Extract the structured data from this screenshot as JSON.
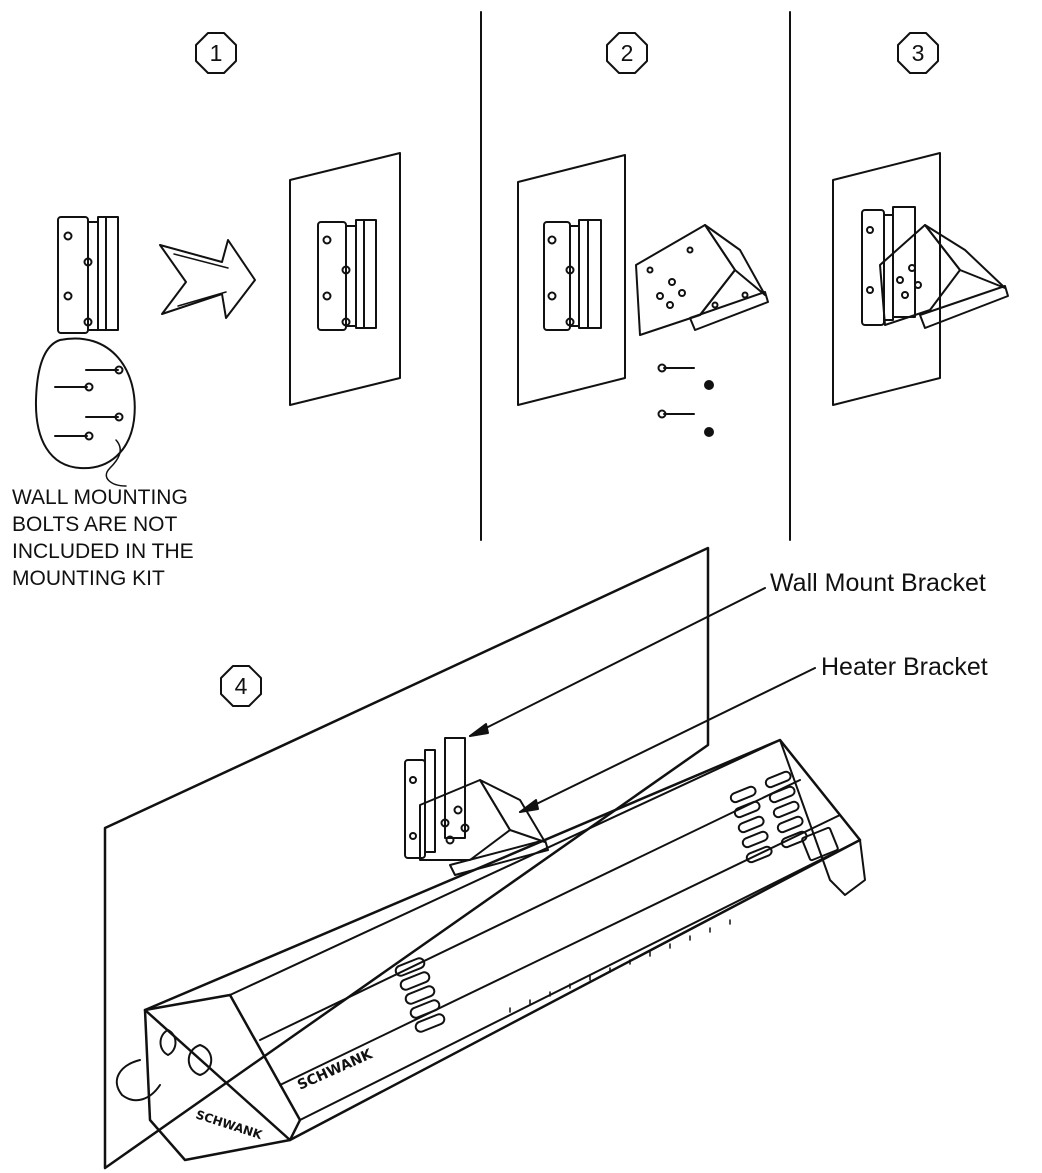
{
  "steps": [
    "1",
    "2",
    "3",
    "4"
  ],
  "note": "WALL MOUNTING\nBOLTS ARE NOT\nINCLUDED IN THE\nMOUNTING KIT",
  "callouts": {
    "wall_mount_bracket": "Wall Mount Bracket",
    "heater_bracket": "Heater Bracket"
  },
  "brand_marks": [
    "SCHWANK",
    "SCHWANK"
  ],
  "colors": {
    "ink": "#111111",
    "paper": "#ffffff"
  }
}
